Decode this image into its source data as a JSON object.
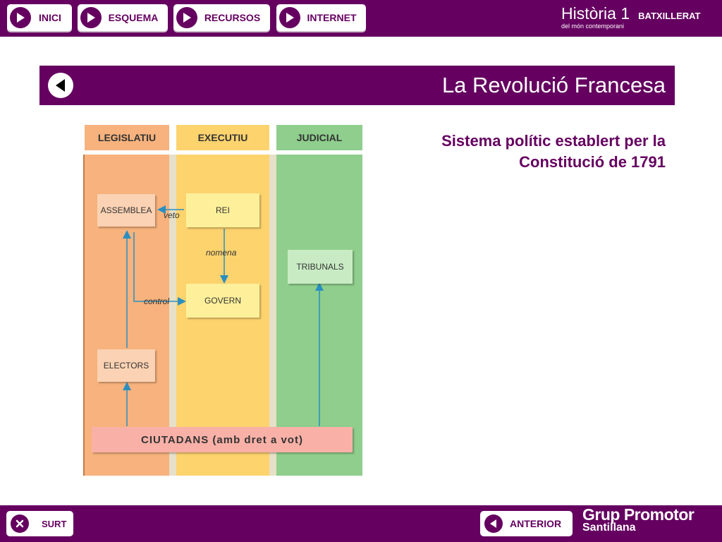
{
  "nav": {
    "inici": "INICI",
    "esquema": "ESQUEMA",
    "recursos": "RECURSOS",
    "internet": "INTERNET"
  },
  "brand": {
    "title": "Història 1",
    "level": "BATXILLERAT",
    "subtitle": "del món contemporani"
  },
  "page": {
    "title": "La Revolució Francesa",
    "subtitle_line1": "Sistema polític establert per la",
    "subtitle_line2": "Constitució de 1791"
  },
  "diagram": {
    "columns": {
      "legislatiu": "LEGISLATIU",
      "executiu": "EXECUTIU",
      "judicial": "JUDICIAL"
    },
    "boxes": {
      "assemblea": "ASSEMBLEA",
      "rei": "REI",
      "govern": "GOVERN",
      "tribunals": "TRIBUNALS",
      "electors": "ELECTORS",
      "ciutadans": "CIUTADANS (amb dret a vot)"
    },
    "edges": {
      "veto": "veto",
      "nomena": "nomena",
      "control": "control"
    }
  },
  "footer": {
    "surt": "SURT",
    "anterior": "ANTERIOR",
    "publisher_line1": "Grup Promotor",
    "publisher_line2": "Santillana"
  },
  "colors": {
    "brand": "#650060",
    "legislatiu": "#f7b27d",
    "executiu": "#fdd36e",
    "judicial": "#8fce8c",
    "ciutadans": "#f9b1a7"
  }
}
